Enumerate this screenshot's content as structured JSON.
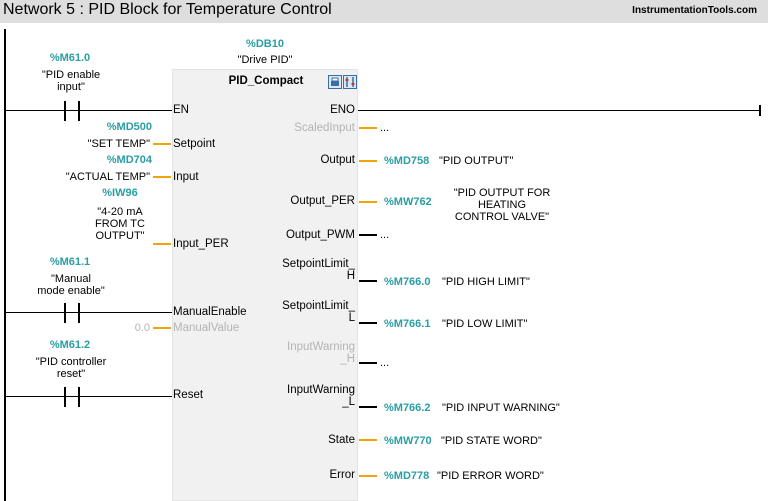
{
  "header": {
    "title": "Network 5 : PID Block for Temperature Control",
    "site": "InstrumentationTools.com"
  },
  "block": {
    "db_address": "%DB10",
    "db_name": "\"Drive PID\"",
    "title": "PID_Compact",
    "icons": [
      "download-icon",
      "pid-tune-icon"
    ],
    "inputs": {
      "en": "EN",
      "setpoint": "Setpoint",
      "input": "Input",
      "input_per": "Input_PER",
      "manual_enable": "ManualEnable",
      "manual_value": "ManualValue",
      "reset": "Reset"
    },
    "outputs": {
      "eno": "ENO",
      "scaled_input": "ScaledInput",
      "output": "Output",
      "output_per": "Output_PER",
      "output_pwm": "Output_PWM",
      "sp_limit_h": "SetpointLimit_\nH",
      "sp_limit_l": "SetpointLimit_\nL",
      "input_warning_h": "InputWarning\n_H",
      "input_warning_l": "InputWarning\n_L",
      "state": "State",
      "error": "Error"
    }
  },
  "contacts": {
    "enable": {
      "address": "%M61.0",
      "name": "\"PID enable\ninput\""
    },
    "manual": {
      "address": "%M61.1",
      "name": "\"Manual\nmode enable\""
    },
    "reset": {
      "address": "%M61.2",
      "name": "\"PID controller\nreset\""
    }
  },
  "operands_in": {
    "setpoint": {
      "address": "%MD500",
      "name": "\"SET TEMP\""
    },
    "input": {
      "address": "%MD704",
      "name": "\"ACTUAL TEMP\""
    },
    "input_per": {
      "address": "%IW96",
      "name": "\"4-20 mA\nFROM TC\nOUTPUT\""
    },
    "manual_value": "0.0"
  },
  "operands_out": {
    "scaled_input": "...",
    "output": {
      "address": "%MD758",
      "name": "\"PID OUTPUT\""
    },
    "output_per": {
      "address": "%MW762",
      "name": "\"PID OUTPUT FOR HEATING\nCONTROL VALVE\""
    },
    "output_pwm": "...",
    "sp_limit_h": {
      "address": "%M766.0",
      "name": "\"PID HIGH LIMIT\""
    },
    "sp_limit_l": {
      "address": "%M766.1",
      "name": "\"PID LOW LIMIT\""
    },
    "input_warning_h": "...",
    "input_warning_l": {
      "address": "%M766.2",
      "name": "\"PID INPUT WARNING\""
    },
    "state": {
      "address": "%MW770",
      "name": "\"PID STATE WORD\""
    },
    "error": {
      "address": "%MD778",
      "name": "\"PID ERROR WORD\""
    }
  },
  "colors": {
    "address": "#2a9ea3",
    "connector": "#f0a30a",
    "block_bg": "#f1f1f1",
    "header_bg": "#dedede"
  }
}
